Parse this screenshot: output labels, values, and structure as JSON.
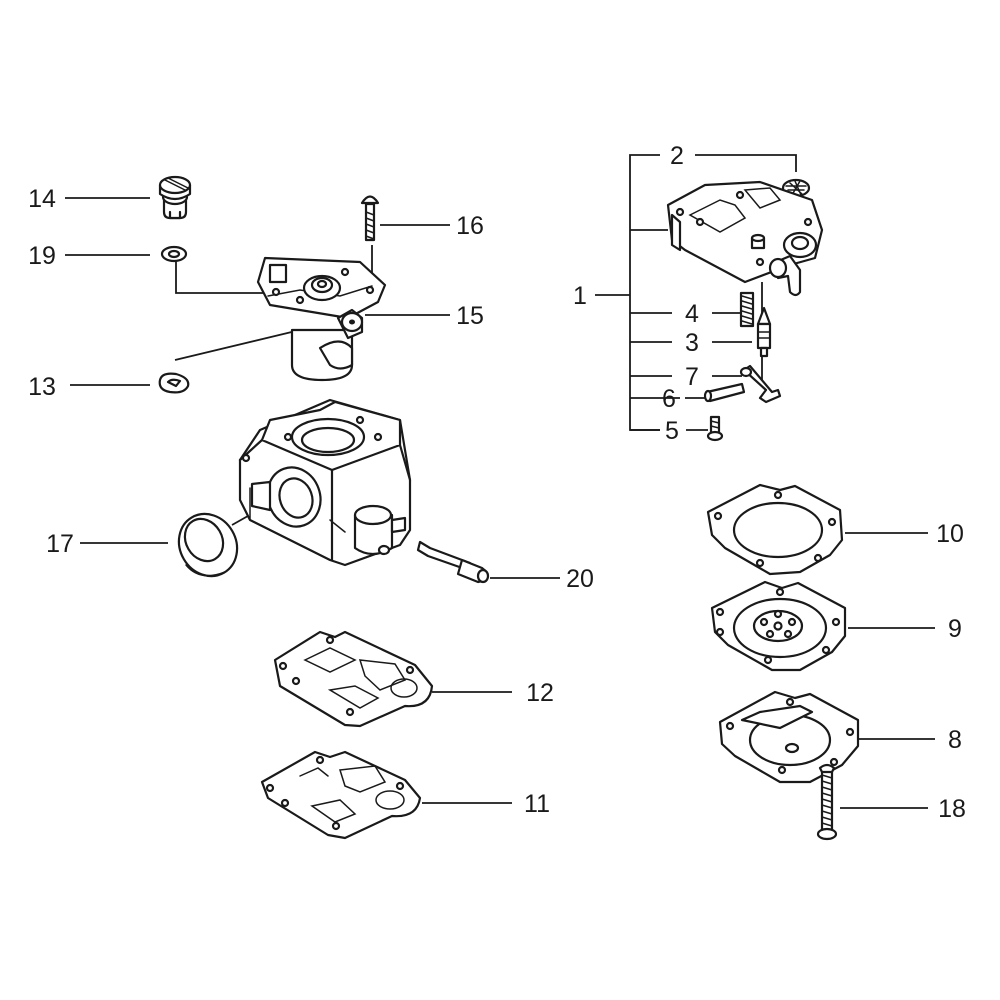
{
  "labels": {
    "p1": "1",
    "p2": "2",
    "p3": "3",
    "p4": "4",
    "p5": "5",
    "p6": "6",
    "p7": "7",
    "p8": "8",
    "p9": "9",
    "p10": "10",
    "p11": "11",
    "p12": "12",
    "p13": "13",
    "p14": "14",
    "p15": "15",
    "p16": "16",
    "p17": "17",
    "p18": "18",
    "p19": "19",
    "p20": "20"
  },
  "colors": {
    "ink": "#1a1a1a",
    "background": "#ffffff"
  }
}
